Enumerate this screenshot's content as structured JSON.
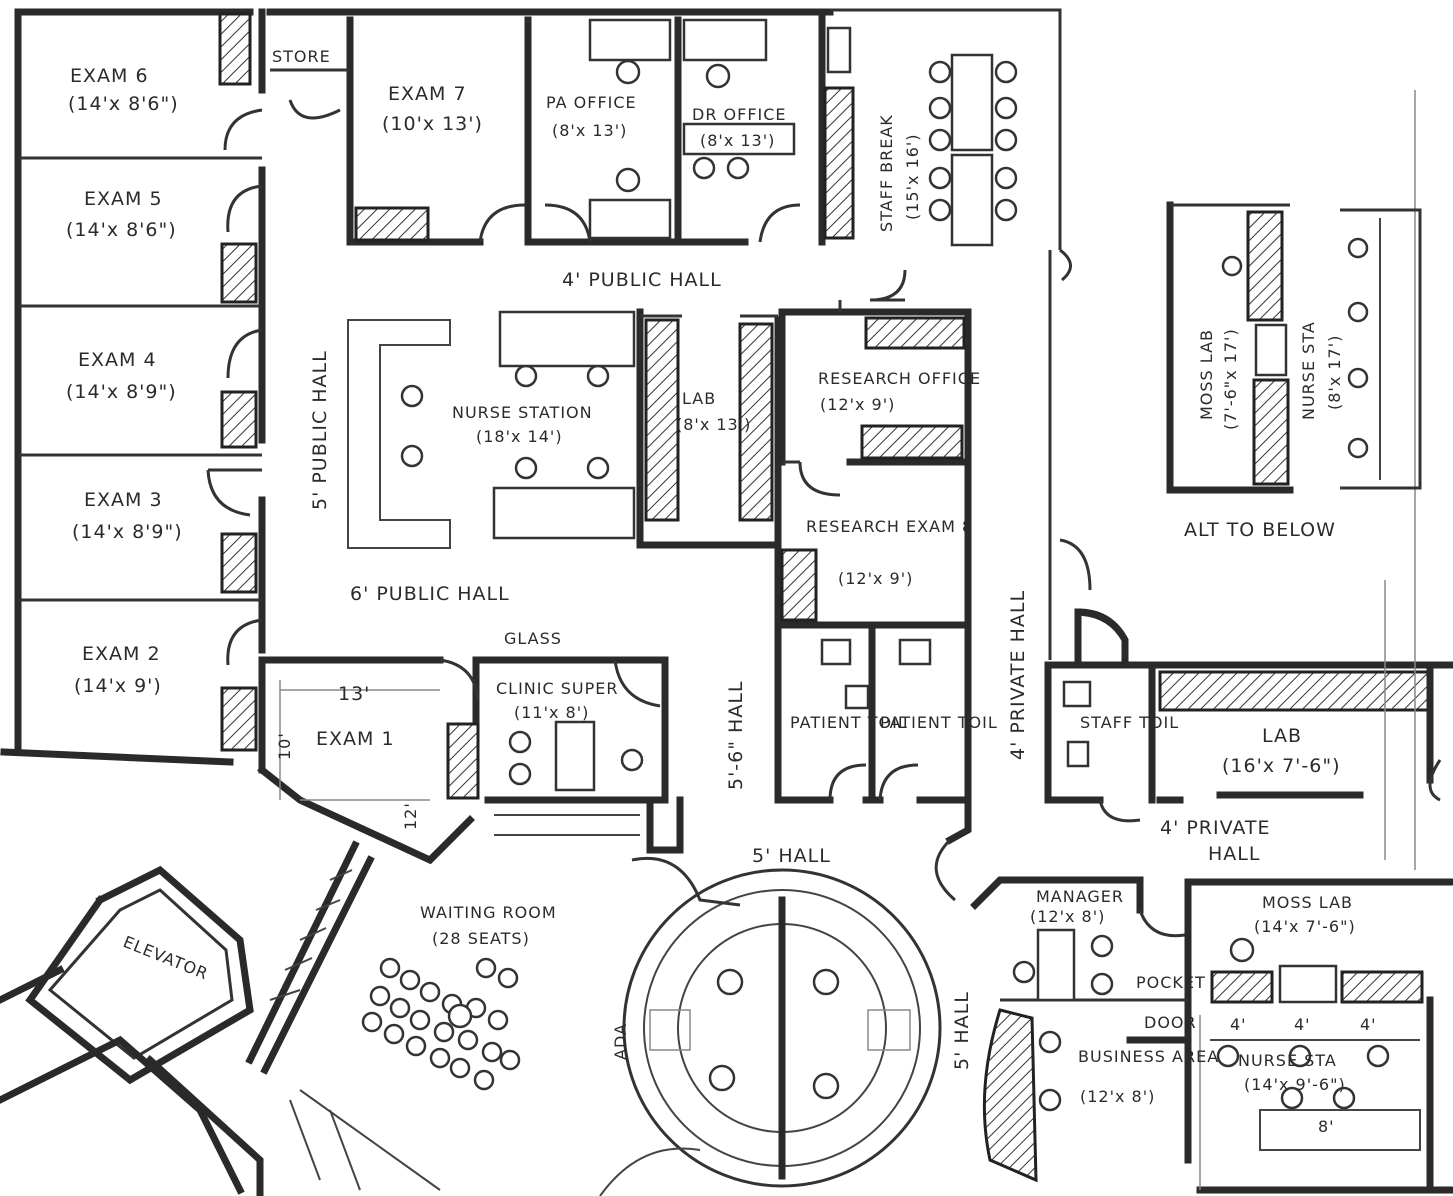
{
  "rooms": {
    "exam6": {
      "name": "EXAM 6",
      "dim": "(14'x 8'6\")"
    },
    "exam5": {
      "name": "EXAM 5",
      "dim": "(14'x 8'6\")"
    },
    "exam4": {
      "name": "EXAM 4",
      "dim": "(14'x 8'9\")"
    },
    "exam3": {
      "name": "EXAM 3",
      "dim": "(14'x 8'9\")"
    },
    "exam2": {
      "name": "EXAM 2",
      "dim": "(14'x 9')"
    },
    "exam1": {
      "name": "EXAM 1",
      "dim_w": "13'",
      "dim_h1": "10'",
      "dim_h2": "12'"
    },
    "exam7": {
      "name": "EXAM 7",
      "dim": "(10'x 13')"
    },
    "store": {
      "name": "STORE"
    },
    "pa_office": {
      "name": "PA OFFICE",
      "dim": "(8'x 13')"
    },
    "dr_office": {
      "name": "DR OFFICE",
      "dim": "(8'x 13')"
    },
    "staff_break": {
      "name": "STAFF BREAK",
      "dim": "(15'x 16')"
    },
    "nurse_station": {
      "name": "NURSE STATION",
      "dim": "(18'x 14')"
    },
    "lab_center": {
      "name": "LAB",
      "dim": "(8'x 13')"
    },
    "research_office": {
      "name": "RESEARCH OFFICE",
      "dim": "(12'x 9')"
    },
    "research_exam": {
      "name": "RESEARCH EXAM 8",
      "dim": "(12'x 9')"
    },
    "patient_toil_1": {
      "name": "PATIENT TOIL"
    },
    "patient_toil_2": {
      "name": "PATIENT TOIL"
    },
    "clinic_super": {
      "name": "CLINIC SUPER",
      "dim": "(11'x 8')",
      "note": "GLASS"
    },
    "staff_toil": {
      "name": "STAFF TOIL"
    },
    "lab_right": {
      "name": "LAB",
      "dim": "(16'x 7'-6\")"
    },
    "moss_lab_alt": {
      "name": "MOSS LAB",
      "dim": "(7'-6\"x 17')"
    },
    "nurse_sta_alt": {
      "name": "NURSE STA",
      "dim": "(8'x 17')"
    },
    "alt_note": "ALT TO BELOW",
    "waiting_room": {
      "name": "WAITING ROOM",
      "dim": "(28 SEATS)"
    },
    "elevator": {
      "name": "ELEVATOR"
    },
    "manager": {
      "name": "MANAGER",
      "dim": "(12'x 8')"
    },
    "business_area": {
      "name": "BUSINESS AREA",
      "dim": "(12'x 8')"
    },
    "moss_lab": {
      "name": "MOSS LAB",
      "dim": "(14'x 7'-6\")"
    },
    "nurse_sta": {
      "name": "NURSE STA",
      "dim": "(14'x 9'-6\")"
    },
    "pocket_door": {
      "line1": "POCKET",
      "line2": "DOOR"
    },
    "nurse_sta_dims": [
      "4'",
      "4'",
      "4'"
    ],
    "nurse_sta_bottom": "8'",
    "ada": "ADA"
  },
  "halls": {
    "public_4": "4' PUBLIC HALL",
    "public_5": "5' PUBLIC HALL",
    "public_6": "6' PUBLIC HALL",
    "hall_5_6": "5'-6\" HALL",
    "hall_5": "5' HALL",
    "hall_5_right": "5' HALL",
    "private_4_vert": "4' PRIVATE HALL",
    "private_4_horiz": {
      "line1": "4' PRIVATE",
      "line2": "HALL"
    }
  }
}
